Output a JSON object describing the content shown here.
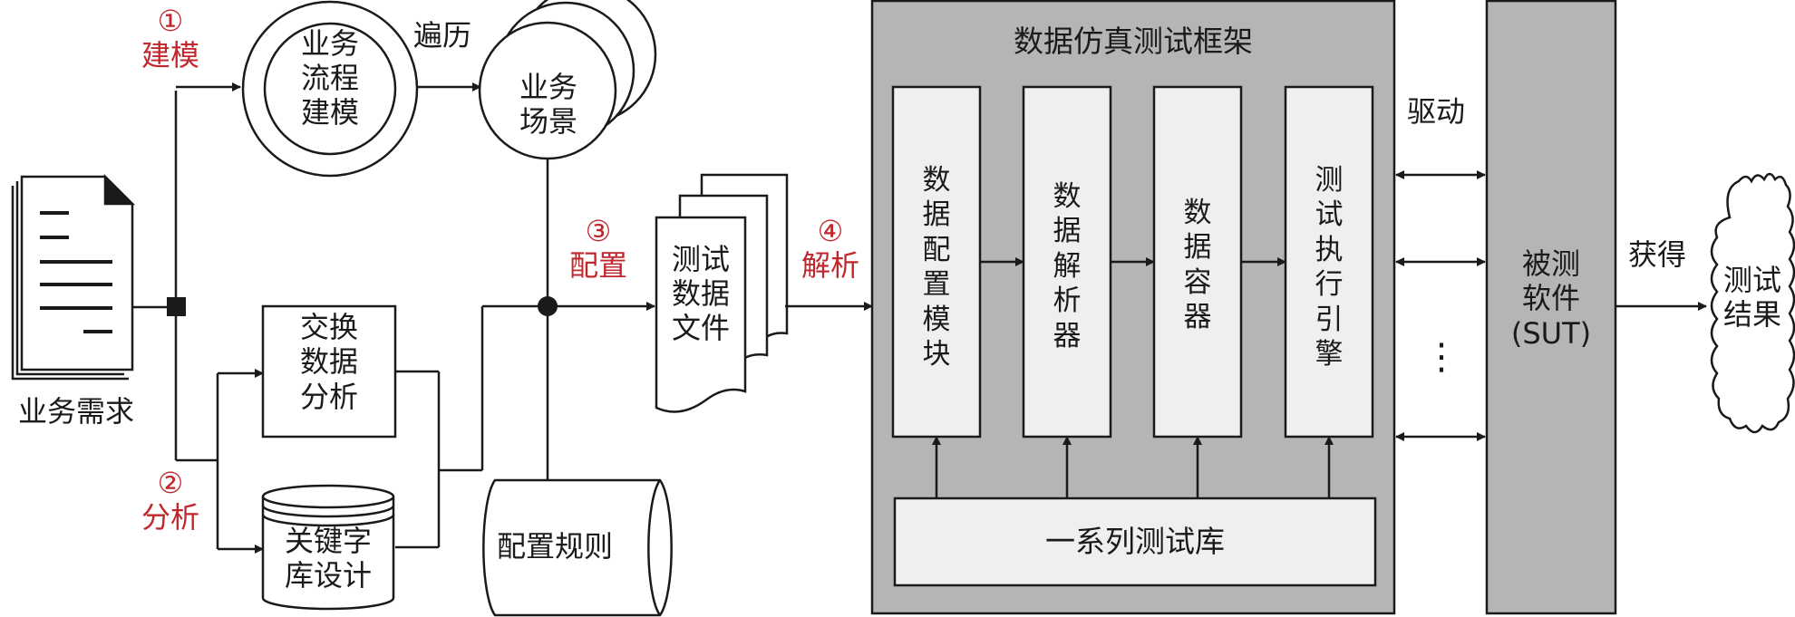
{
  "nodes": {
    "requirement": "业务需求",
    "process_model": [
      "业务",
      "流程",
      "建模"
    ],
    "scenario": [
      "业务",
      "场景"
    ],
    "exchange": [
      "交换",
      "数据",
      "分析"
    ],
    "keyword": [
      "关键字",
      "库设计"
    ],
    "rules": "配置规则",
    "test_file": [
      "测试",
      "数据",
      "文件"
    ],
    "framework_title": "数据仿真测试框架",
    "modules": [
      [
        "数",
        "据",
        "配",
        "置",
        "模",
        "块"
      ],
      [
        "数",
        "据",
        "解",
        "析",
        "器"
      ],
      [
        "数",
        "据",
        "容",
        "器"
      ],
      [
        "测",
        "试",
        "执",
        "行",
        "引",
        "擎"
      ]
    ],
    "library": "一系列测试库",
    "sut": [
      "被测",
      "软件",
      "(SUT)"
    ],
    "result": [
      "测试",
      "结果"
    ]
  },
  "labels": {
    "traverse": "遍历",
    "drive": "驱动",
    "obtain": "获得",
    "ellipsis": "⋮"
  },
  "steps": [
    {
      "num": "①",
      "text": "建模"
    },
    {
      "num": "②",
      "text": "分析"
    },
    {
      "num": "③",
      "text": "配置"
    },
    {
      "num": "④",
      "text": "解析"
    }
  ],
  "colors": {
    "line": "#1a1a1a",
    "step_red": "#c0282d",
    "framework_fill": "#b5b5b6",
    "module_fill": "#efeff0",
    "library_fill": "#efeff0"
  }
}
